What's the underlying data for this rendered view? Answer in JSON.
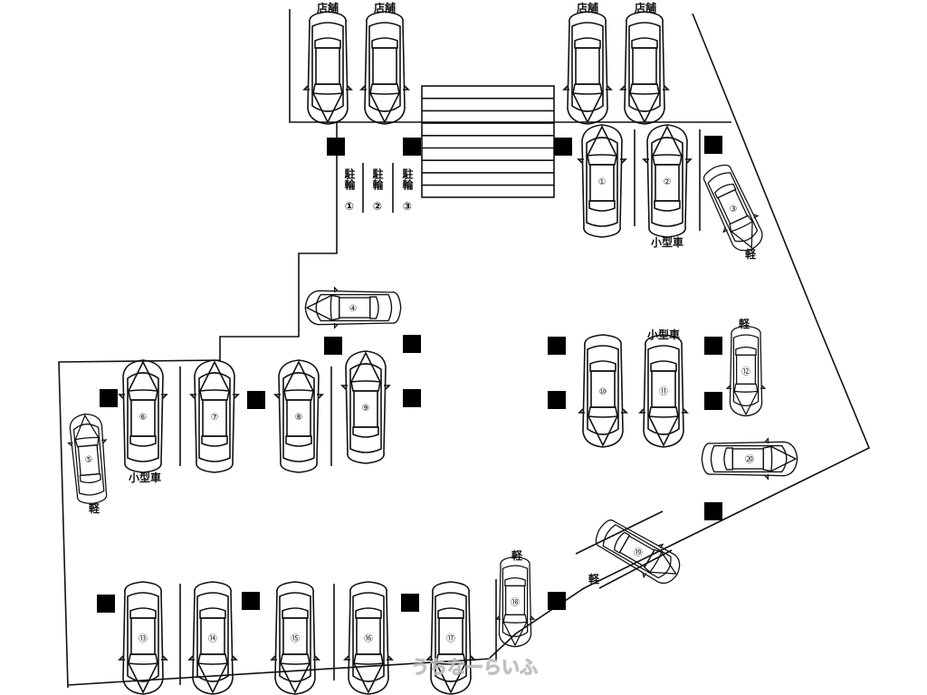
{
  "colors": {
    "line": "#111111",
    "background": "#ffffff",
    "marker": "#000000"
  },
  "labels": {
    "store": "店舗",
    "compact": "小型車",
    "kei": "軽",
    "bike": "駐輪"
  },
  "bike_spaces": [
    "①",
    "②",
    "③"
  ],
  "spaces": [
    "①",
    "②",
    "③",
    "④",
    "⑤",
    "⑥",
    "⑦",
    "⑧",
    "⑨",
    "⑩",
    "⑪",
    "⑫",
    "⑬",
    "⑭",
    "⑮",
    "⑯",
    "⑰",
    "⑱",
    "⑲",
    "⑳"
  ],
  "watermark": "うちなーらいふ"
}
